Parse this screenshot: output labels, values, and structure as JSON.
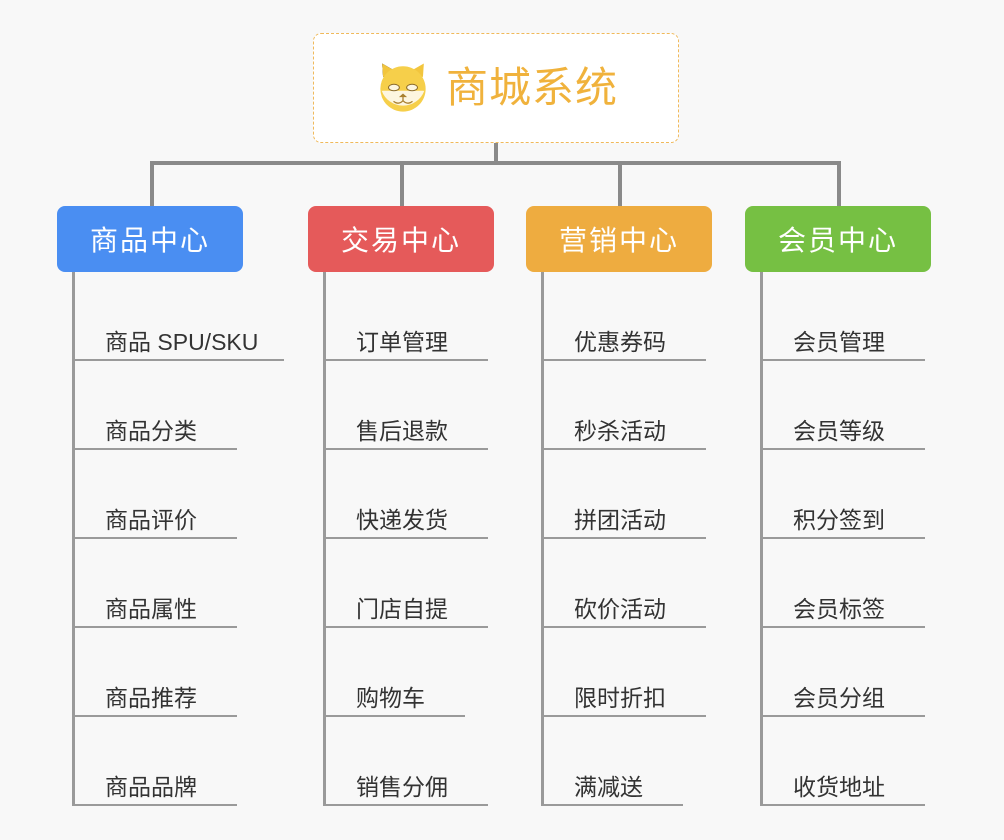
{
  "diagram": {
    "background_color": "#f8f8f8",
    "root": {
      "title": "商城系统",
      "icon": "shiba-dog-face-icon",
      "text_color": "#f0b23c",
      "border_color": "#f0b95a"
    },
    "connector_color": "#8a8a8a",
    "branches": [
      {
        "name": "商品中心",
        "color": "#4a8ef2",
        "items": [
          "商品 SPU/SKU",
          "商品分类",
          "商品评价",
          "商品属性",
          "商品推荐",
          "商品品牌"
        ]
      },
      {
        "name": "交易中心",
        "color": "#e55a5a",
        "items": [
          "订单管理",
          "售后退款",
          "快递发货",
          "门店自提",
          "购物车",
          "销售分佣"
        ]
      },
      {
        "name": "营销中心",
        "color": "#eeac40",
        "items": [
          "优惠券码",
          "秒杀活动",
          "拼团活动",
          "砍价活动",
          "限时折扣",
          "满减送"
        ]
      },
      {
        "name": "会员中心",
        "color": "#76c043",
        "items": [
          "会员管理",
          "会员等级",
          "积分签到",
          "会员标签",
          "会员分组",
          "收货地址"
        ]
      }
    ]
  }
}
